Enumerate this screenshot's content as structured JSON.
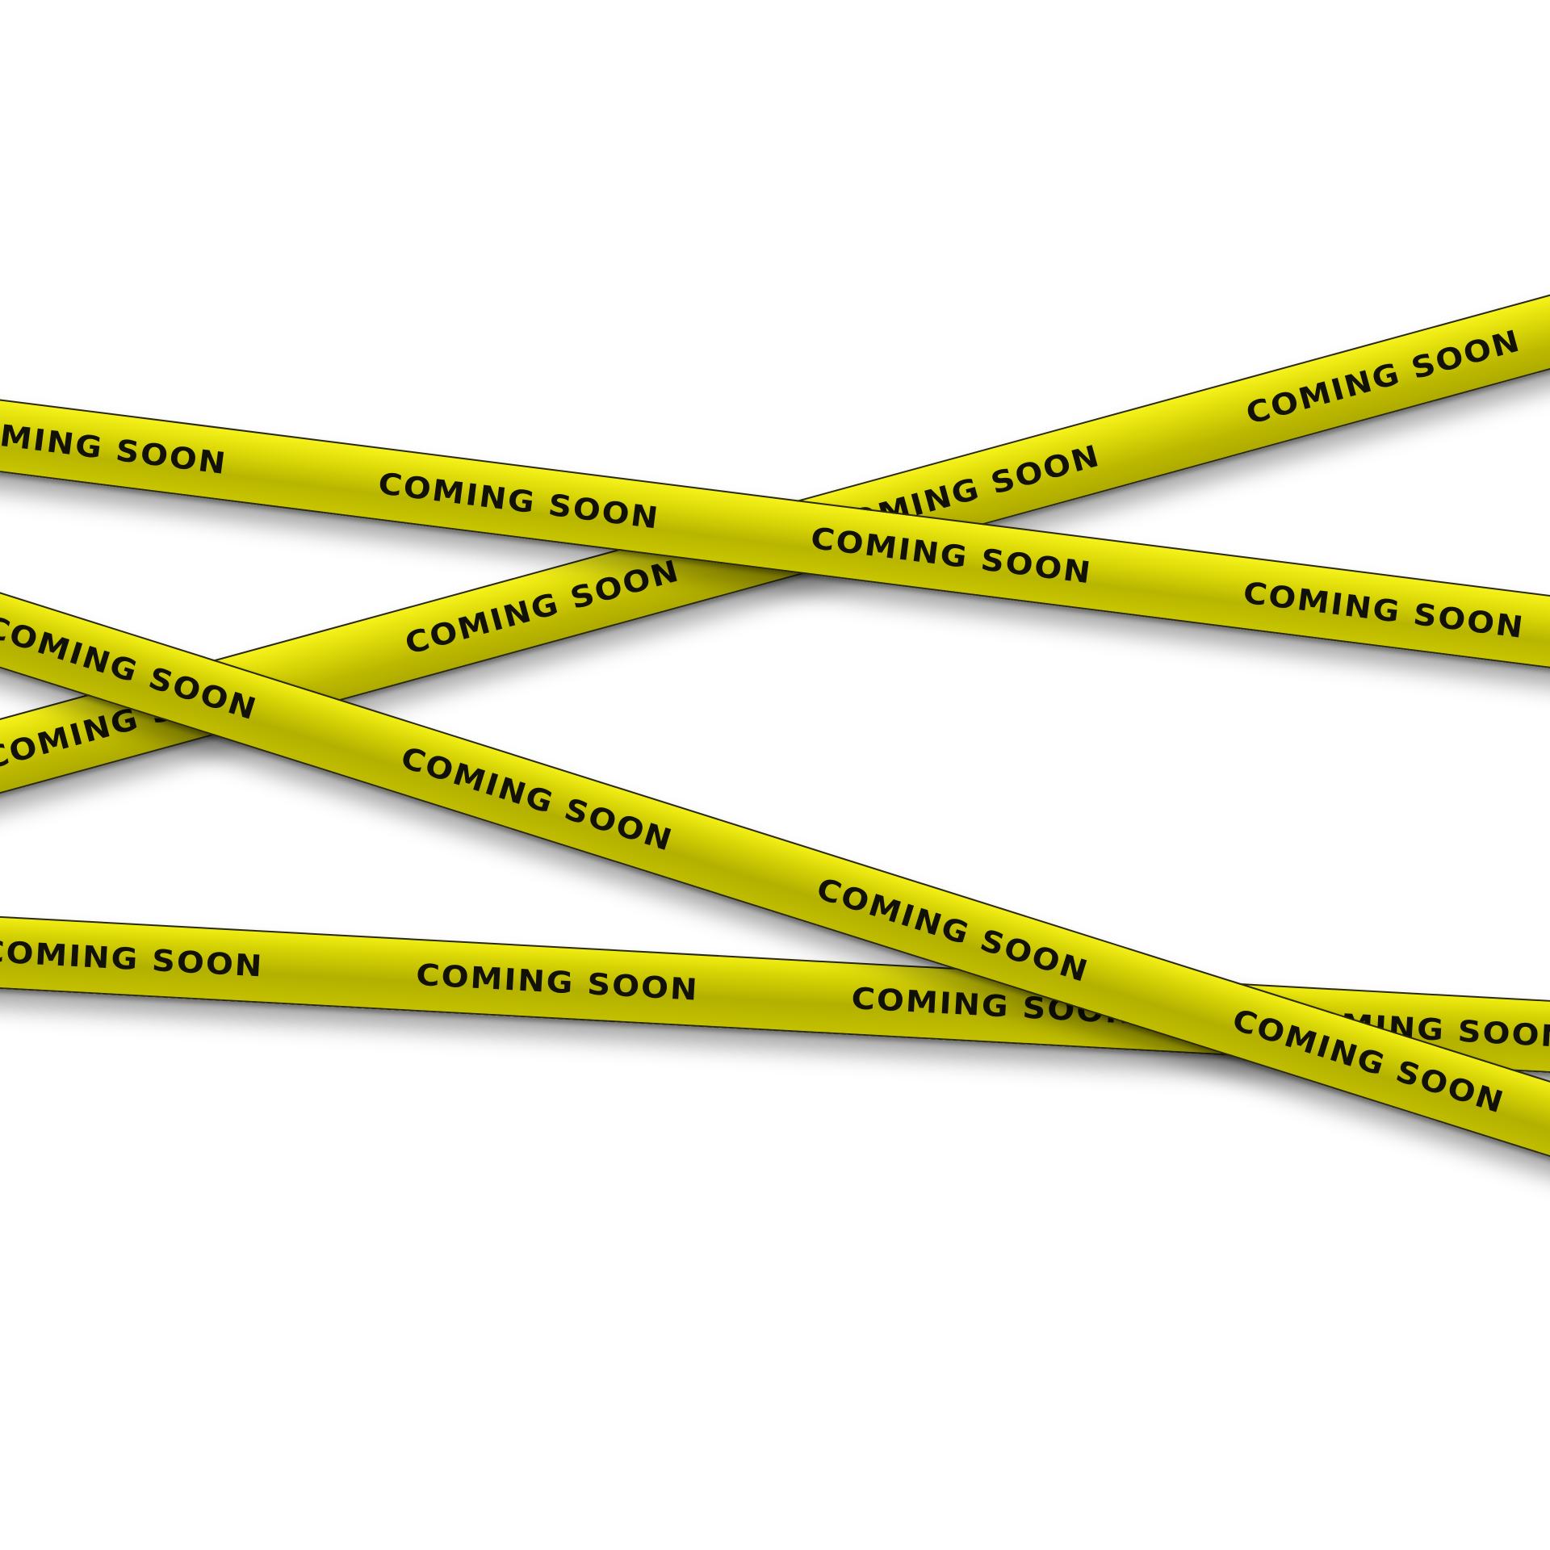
{
  "tape": {
    "label": "COMING SOON",
    "colors": {
      "highlight": "#f6f21a",
      "mid": "#d9d60a",
      "shade": "#b3b000",
      "text": "#111107",
      "background": "#ffffff"
    }
  },
  "tapes": [
    {
      "id": "tape-upper-rising"
    },
    {
      "id": "tape-lower-flat"
    },
    {
      "id": "tape-upper-falling"
    },
    {
      "id": "tape-diagonal-steep"
    }
  ]
}
